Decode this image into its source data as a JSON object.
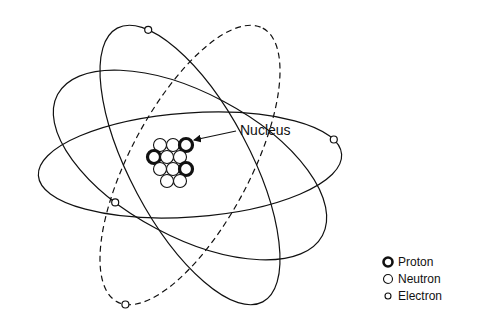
{
  "diagram": {
    "labels": [
      "Nucleus"
    ],
    "legend": [
      {
        "text": "Proton"
      },
      {
        "text": "Neutron"
      },
      {
        "text": "Electron"
      }
    ]
  }
}
